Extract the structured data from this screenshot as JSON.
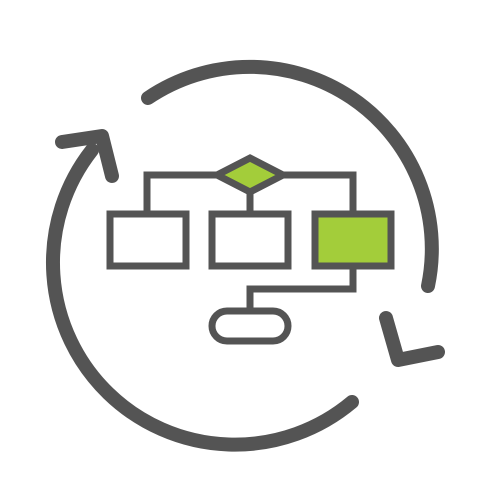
{
  "icon": {
    "name": "workflow-cycle-icon",
    "description_tag": "process-flow-refresh",
    "colors": {
      "stroke": "#545454",
      "accent": "#a3cd3a",
      "background": "#ffffff",
      "box_fill": "#ffffff"
    },
    "parts": [
      "refresh-arrow-top-icon",
      "refresh-arrow-bottom-icon",
      "decision-diamond-icon",
      "process-box-left",
      "process-box-middle",
      "process-box-right-highlighted",
      "terminal-pill"
    ]
  }
}
